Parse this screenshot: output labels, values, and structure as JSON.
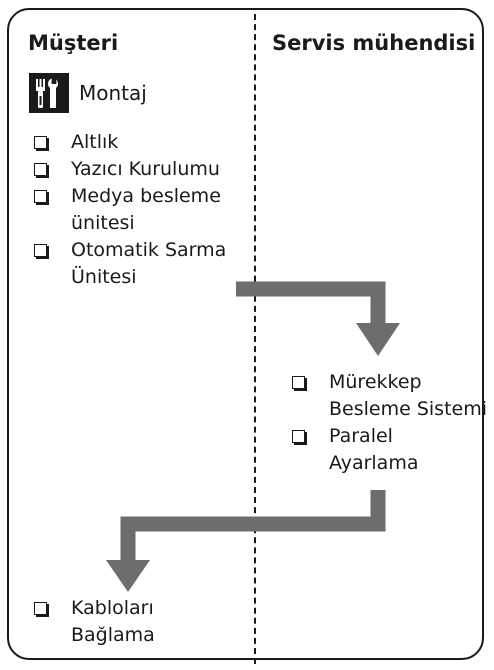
{
  "columns": {
    "left_title": "Müşteri",
    "right_title": "Servis mühendisi"
  },
  "montaj": {
    "label": "Montaj",
    "icon": "tools-icon"
  },
  "customer_tasks": [
    "Altlık",
    "Yazıcı Kurulumu",
    "Medya besleme ünitesi",
    "Otomatik Sarma Ünitesi"
  ],
  "engineer_tasks": [
    "Mürekkep Besleme Sistemi",
    "Paralel Ayarlama"
  ],
  "final_tasks": [
    "Kabloları Bağlama"
  ],
  "colors": {
    "arrow": "#6d6d6d",
    "line": "#1a1a1a"
  }
}
